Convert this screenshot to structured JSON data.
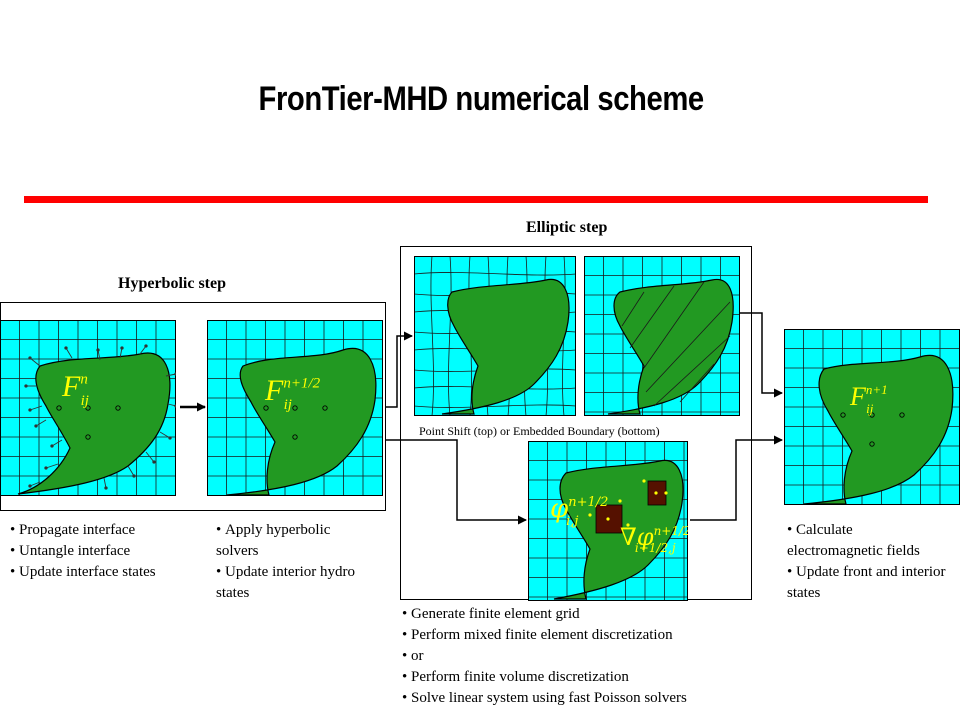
{
  "title": "FronTier-MHD numerical scheme",
  "colors": {
    "rule": "#ff0000",
    "grid_bg": "#00ffff",
    "region": "#229922",
    "symbol": "#ffff00",
    "cell": "#551100"
  },
  "steps": {
    "hyperbolic": {
      "label": "Hyperbolic step",
      "panel1_symbol": {
        "base": "F",
        "sub": "ij",
        "sup": "n"
      },
      "panel2_symbol": {
        "base": "F",
        "sub": "ij",
        "sup": "n+1/2"
      },
      "bullets_left": [
        "Propagate interface",
        "Untangle interface",
        "Update interface states"
      ],
      "bullets_right": [
        "Apply hyperbolic solvers",
        "Update interior hydro states"
      ]
    },
    "elliptic": {
      "label": "Elliptic step",
      "caption": "Point Shift (top) or Embedded Boundary (bottom)",
      "phi_symbol": {
        "base": "φ",
        "sub": "i,j",
        "sup": "n+1/2"
      },
      "grad_symbol": {
        "base": "∇φ",
        "sub": "i+1/2,j",
        "sup": "n+1/2"
      },
      "bullets": [
        "Generate finite element grid",
        "Perform mixed finite element discretization",
        "or",
        "Perform finite volume discretization",
        "Solve linear system using fast Poisson solvers"
      ]
    },
    "final": {
      "symbol": {
        "base": "F",
        "sub": "ij",
        "sup": "n+1"
      },
      "bullets": [
        "Calculate electromagnetic fields",
        "Update front and interior states"
      ]
    }
  }
}
